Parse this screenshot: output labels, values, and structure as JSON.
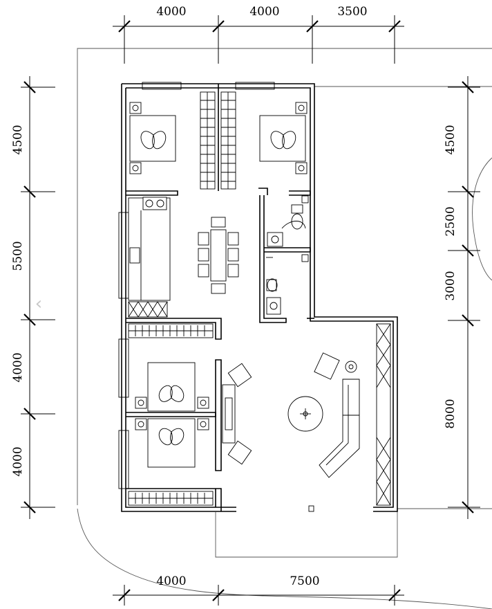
{
  "dimensions": {
    "top": [
      "4000",
      "4000",
      "3500"
    ],
    "bottom": [
      "4000",
      "7500"
    ],
    "left": [
      "4500",
      "5500",
      "4000",
      "4000"
    ],
    "right": [
      "4500",
      "2500",
      "3000",
      "8000"
    ]
  },
  "navigation": {
    "prev_icon": "chevron-left-icon",
    "prev_glyph": "‹"
  },
  "colors": {
    "line": "#000000",
    "site_line": "#555555",
    "arrow": "#c8c8c8",
    "background": "#ffffff"
  }
}
